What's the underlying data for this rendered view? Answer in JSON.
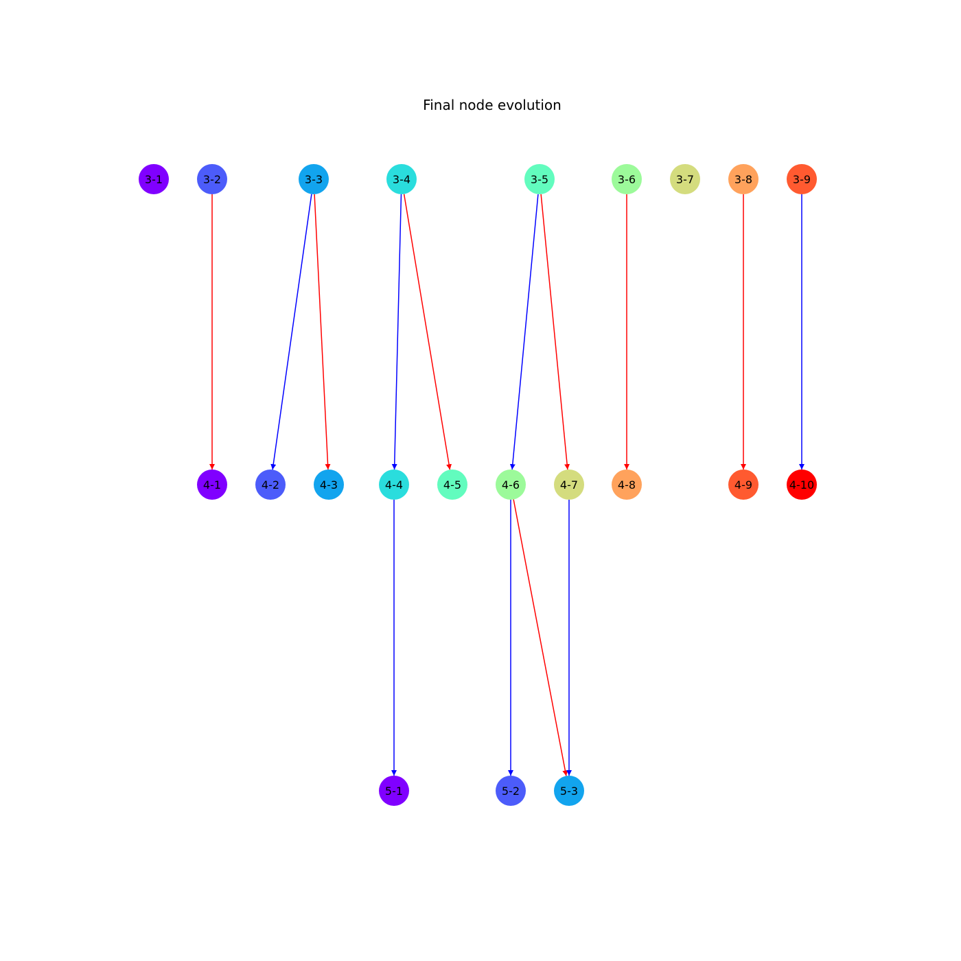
{
  "title": "Final node evolution",
  "colors": {
    "edge_red": "#ff0000",
    "edge_blue": "#0000ff",
    "label_text": "#000000",
    "background": "#ffffff"
  },
  "nodes": [
    {
      "id": "3-1",
      "label": "3-1",
      "color": "#8000ff"
    },
    {
      "id": "3-2",
      "label": "3-2",
      "color": "#4c5cfa"
    },
    {
      "id": "3-3",
      "label": "3-3",
      "color": "#12a4ee"
    },
    {
      "id": "3-4",
      "label": "3-4",
      "color": "#2adddd"
    },
    {
      "id": "3-5",
      "label": "3-5",
      "color": "#62fcbe"
    },
    {
      "id": "3-6",
      "label": "3-6",
      "color": "#9cfa9a"
    },
    {
      "id": "3-7",
      "label": "3-7",
      "color": "#d4dc7e"
    },
    {
      "id": "3-8",
      "label": "3-8",
      "color": "#ffa25c"
    },
    {
      "id": "3-9",
      "label": "3-9",
      "color": "#ff5a30"
    },
    {
      "id": "4-1",
      "label": "4-1",
      "color": "#8000ff"
    },
    {
      "id": "4-2",
      "label": "4-2",
      "color": "#4c5cfa"
    },
    {
      "id": "4-3",
      "label": "4-3",
      "color": "#12a4ee"
    },
    {
      "id": "4-4",
      "label": "4-4",
      "color": "#2adddd"
    },
    {
      "id": "4-5",
      "label": "4-5",
      "color": "#62fcbe"
    },
    {
      "id": "4-6",
      "label": "4-6",
      "color": "#9cfa9a"
    },
    {
      "id": "4-7",
      "label": "4-7",
      "color": "#d4dc7e"
    },
    {
      "id": "4-8",
      "label": "4-8",
      "color": "#ffa25c"
    },
    {
      "id": "4-9",
      "label": "4-9",
      "color": "#ff5a30"
    },
    {
      "id": "4-10",
      "label": "4-10",
      "color": "#ff0000"
    },
    {
      "id": "5-1",
      "label": "5-1",
      "color": "#8000ff"
    },
    {
      "id": "5-2",
      "label": "5-2",
      "color": "#4c5cfa"
    },
    {
      "id": "5-3",
      "label": "5-3",
      "color": "#12a4ee"
    }
  ],
  "edges": [
    {
      "from": "3-2",
      "to": "4-1",
      "color": "red"
    },
    {
      "from": "3-3",
      "to": "4-2",
      "color": "blue"
    },
    {
      "from": "3-3",
      "to": "4-3",
      "color": "red"
    },
    {
      "from": "3-4",
      "to": "4-4",
      "color": "blue"
    },
    {
      "from": "3-4",
      "to": "4-5",
      "color": "red"
    },
    {
      "from": "3-5",
      "to": "4-6",
      "color": "blue"
    },
    {
      "from": "3-5",
      "to": "4-7",
      "color": "red"
    },
    {
      "from": "3-6",
      "to": "4-8",
      "color": "red"
    },
    {
      "from": "3-8",
      "to": "4-9",
      "color": "red"
    },
    {
      "from": "3-9",
      "to": "4-10",
      "color": "blue"
    },
    {
      "from": "4-4",
      "to": "5-1",
      "color": "blue"
    },
    {
      "from": "4-6",
      "to": "5-2",
      "color": "blue"
    },
    {
      "from": "4-6",
      "to": "5-3",
      "color": "red"
    },
    {
      "from": "4-7",
      "to": "5-3",
      "color": "blue"
    }
  ]
}
